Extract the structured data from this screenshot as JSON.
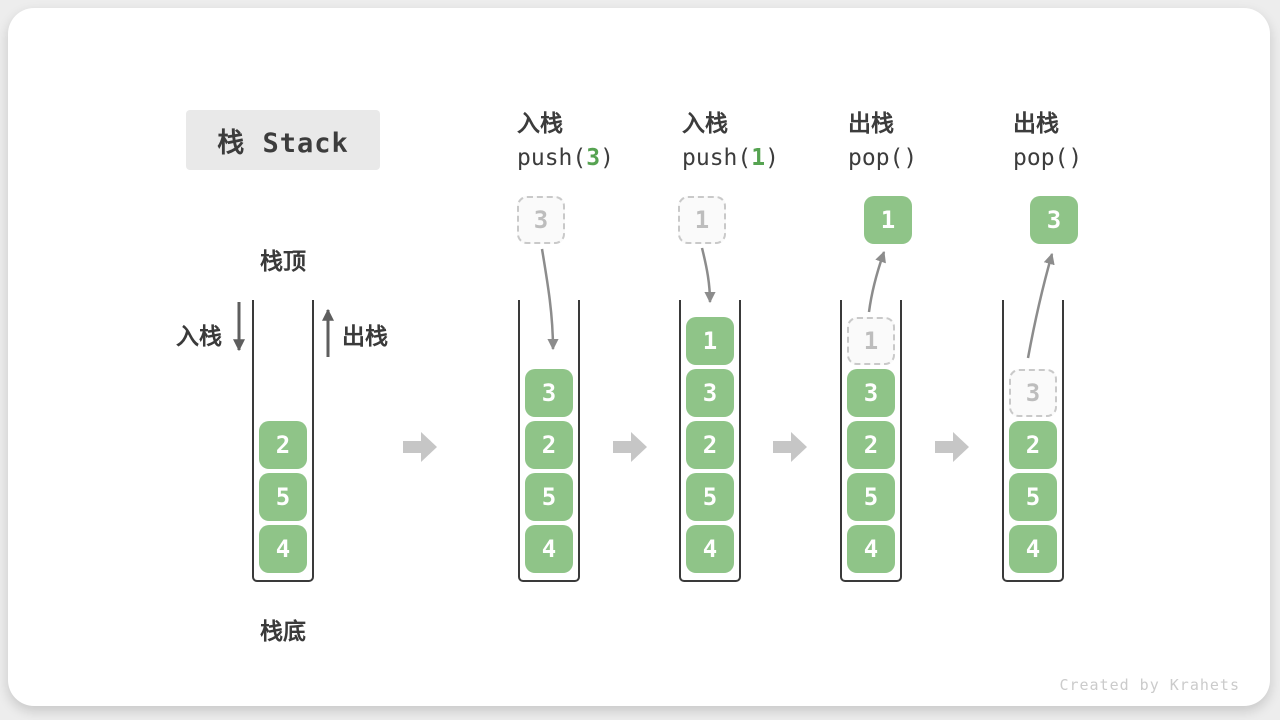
{
  "title_box": {
    "label": "栈 Stack"
  },
  "legend": {
    "stack_top": "栈顶",
    "stack_bottom": "栈底",
    "push": "入栈",
    "pop": "出栈"
  },
  "operations": [
    {
      "name": "入栈",
      "code_pre": "push(",
      "code_arg": "3",
      "code_post": ")"
    },
    {
      "name": "入栈",
      "code_pre": "push(",
      "code_arg": "1",
      "code_post": ")"
    },
    {
      "name": "出栈",
      "code_pre": "pop(",
      "code_arg": "",
      "code_post": ")"
    },
    {
      "name": "出栈",
      "code_pre": "pop(",
      "code_arg": "",
      "code_post": ")"
    }
  ],
  "stacks": [
    {
      "items": [
        "2",
        "5",
        "4"
      ]
    },
    {
      "float": {
        "value": "3",
        "style": "dashed"
      },
      "items": [
        "3",
        "2",
        "5",
        "4"
      ]
    },
    {
      "float": {
        "value": "1",
        "style": "dashed"
      },
      "items": [
        "1",
        "3",
        "2",
        "5",
        "4"
      ]
    },
    {
      "float": {
        "value": "1",
        "style": "solid"
      },
      "ghost": "1",
      "items": [
        "3",
        "2",
        "5",
        "4"
      ]
    },
    {
      "float": {
        "value": "3",
        "style": "solid"
      },
      "ghost": "3",
      "items": [
        "2",
        "5",
        "4"
      ]
    }
  ],
  "watermark": "Created by Krahets",
  "colors": {
    "cell_green": "#8fc488",
    "code_green": "#56a351",
    "ghost_border": "#c9c9c9",
    "ghost_text": "#bdbdbd",
    "container_wall": "#3a3a3a",
    "step_arrow": "#c6c6c6",
    "flow_arrow": "#8c8c8c",
    "legend_arrow": "#5e5e5e",
    "title_bg": "#e9e9e9",
    "text": "#3c3c3c",
    "watermark": "#cbcbcb"
  }
}
